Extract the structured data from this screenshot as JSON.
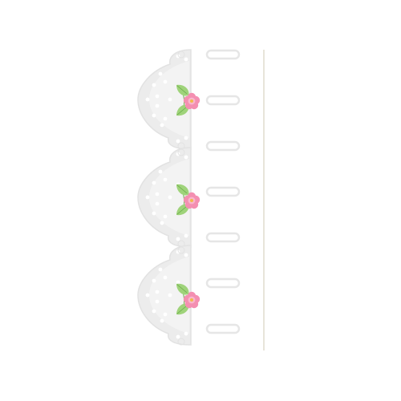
{
  "colors": {
    "background": "#ffffff",
    "lace": "#ececec",
    "lace_shadow": "#e2e2e2",
    "lace_hole": "#ffffff",
    "slot_fill": "#ffffff",
    "slot_stroke": "#e6e6e6",
    "divider_line": "#d8d2c0",
    "leaf": "#9fd37a",
    "leaf_vein": "#6fae4e",
    "petal": "#f48fb1",
    "petal_light": "#f8b6cd",
    "flower_center": "#f2b94a"
  },
  "decorations": {
    "lace_scallop_count": 3,
    "ribbon_slot_count": 7,
    "rose_motif_count": 3,
    "icon_names": [
      "lace-scallop",
      "ribbon-slot",
      "rose-icon",
      "leaf-icon",
      "divider-line"
    ]
  }
}
